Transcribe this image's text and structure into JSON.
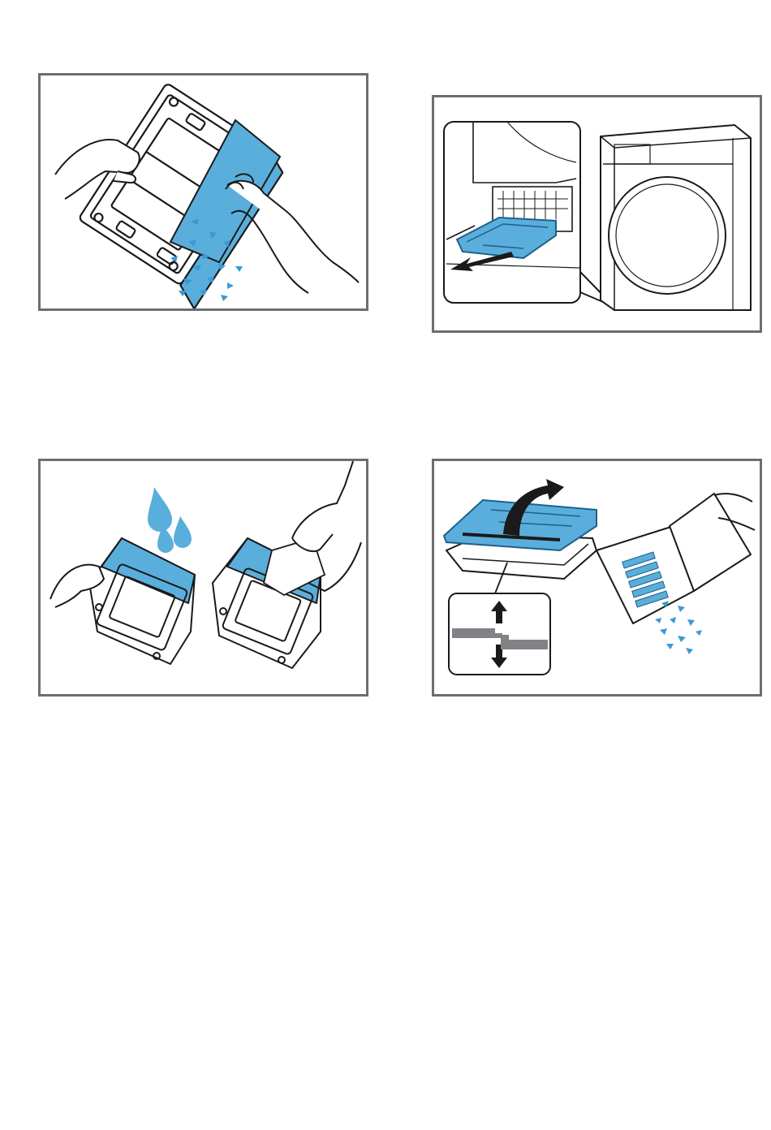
{
  "page": {
    "background": "#ffffff"
  },
  "colors": {
    "frame": "#6d6e70",
    "accent_blue": "#5aaedb",
    "dark_blue": "#1f5f8b",
    "line": "#1a1a1a",
    "gray": "#808285"
  },
  "figures": [
    {
      "id": "fig-1",
      "icon": "hand-brush-lint-off-filter-icon"
    },
    {
      "id": "fig-2",
      "icon": "pull-out-fluff-filter-dryer-icon"
    },
    {
      "id": "fig-3",
      "icon": "rinse-and-dry-filter-icon"
    },
    {
      "id": "fig-4",
      "icon": "open-filter-remove-lint-icon"
    }
  ]
}
